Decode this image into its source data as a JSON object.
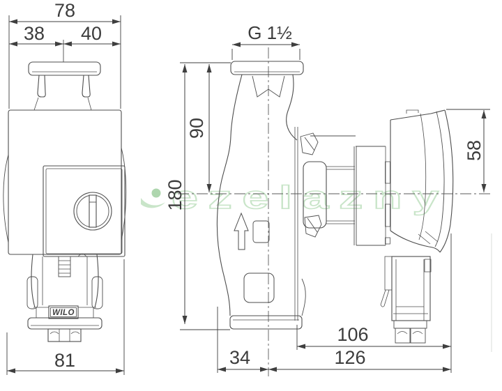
{
  "drawing": {
    "brand_logo": "WILO",
    "watermark_text": "ezelazny",
    "colors": {
      "line": "#4d4d4d",
      "dimension": "#3c3c3c",
      "watermark": "#c9e5c9",
      "watermark_icon": "#aed6ae",
      "background": "#ffffff"
    },
    "dimensions": {
      "total_width": "78",
      "width_left_of_axis": "38",
      "width_right_of_axis": "40",
      "thread_connection": "G 1½",
      "port_to_axis_height": "90",
      "port_to_port_height": "180",
      "axis_to_motor_top": "58",
      "base_width": "81",
      "axis_offset_depth": "34",
      "axis_to_motor_end": "106",
      "total_depth": "126"
    }
  }
}
